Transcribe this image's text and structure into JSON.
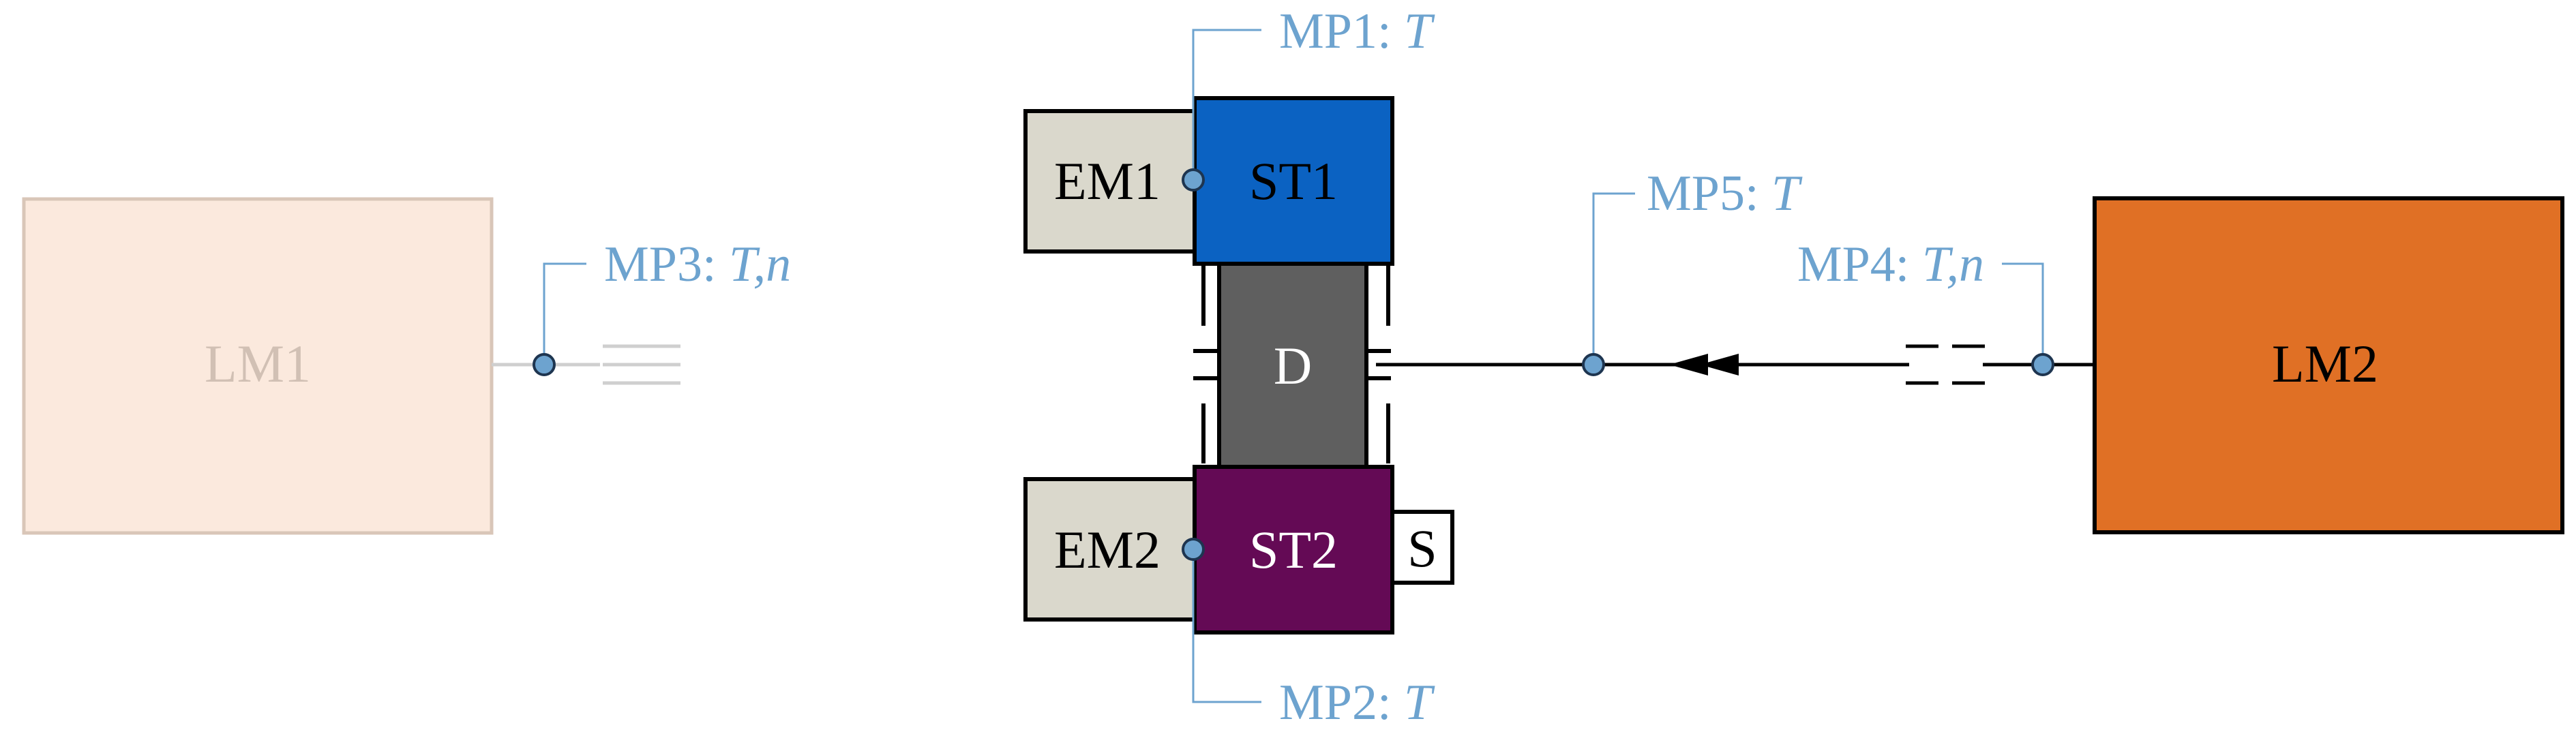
{
  "colors": {
    "lm1_fill": "#fbe9dd",
    "lm1_stroke": "#d9c6b8",
    "lm1_text": "#d1c0b4",
    "lm2_fill": "#e07025",
    "st1_fill": "#0b62c2",
    "st2_fill": "#640a55",
    "d_fill": "#5f5f5f",
    "em_fill": "#dad8cc",
    "measure_blue": "#6da3cf",
    "line": "#000000",
    "faded_line": "#cfcfcf"
  },
  "blocks": {
    "lm1": {
      "label": "LM1"
    },
    "lm2": {
      "label": "LM2"
    },
    "em1": {
      "label": "EM1"
    },
    "em2": {
      "label": "EM2"
    },
    "st1": {
      "label": "ST1"
    },
    "st2": {
      "label": "ST2"
    },
    "d": {
      "label": "D"
    },
    "s": {
      "label": "S"
    }
  },
  "measurement_points": {
    "mp1": {
      "name": "MP1: ",
      "quantity": "T"
    },
    "mp2": {
      "name": "MP2: ",
      "quantity": "T"
    },
    "mp3": {
      "name": "MP3: ",
      "quantity": "T,n"
    },
    "mp4": {
      "name": "MP4: ",
      "quantity": "T,n"
    },
    "mp5": {
      "name": "MP5: ",
      "quantity": "T"
    }
  }
}
